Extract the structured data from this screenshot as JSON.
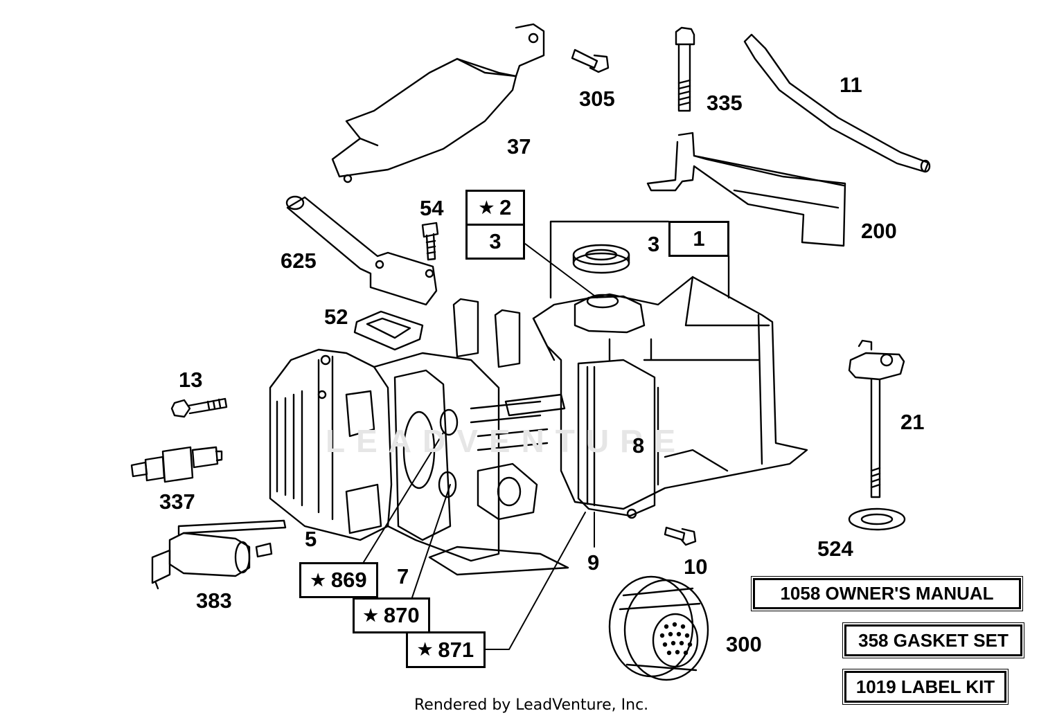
{
  "watermark": "LEADVENTURE",
  "footer": "Rendered by LeadVenture, Inc.",
  "callouts": {
    "p305": "305",
    "p335": "335",
    "p11": "11",
    "p37": "37",
    "p54": "54",
    "p625": "625",
    "p200": "200",
    "p52": "52",
    "p13": "13",
    "p21": "21",
    "p8": "8",
    "p337": "337",
    "p5": "5",
    "p524": "524",
    "p383": "383",
    "p7": "7",
    "p9": "9",
    "p10": "10",
    "p300": "300",
    "p3": "3"
  },
  "boxed_callouts": {
    "b2": "2",
    "b3": "3",
    "b1": "1",
    "b869": "869",
    "b870": "870",
    "b871": "871"
  },
  "star_symbol": "★",
  "kits": {
    "owners_manual": "1058 OWNER'S MANUAL",
    "gasket_set": "358 GASKET SET",
    "label_kit": "1019 LABEL KIT"
  }
}
